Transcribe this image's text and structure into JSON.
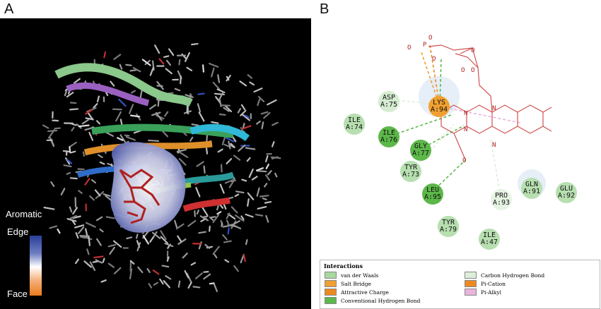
{
  "panels": {
    "a_letter": "A",
    "b_letter": "B"
  },
  "colorscale": {
    "title": "Aromatic",
    "top_label": "Edge",
    "bottom_label": "Face",
    "top_color": "#2a3e9a",
    "bottom_color": "#ec7a1c"
  },
  "residues": [
    {
      "name": "ASP",
      "chain": "A:75",
      "color": "#d6ecd2"
    },
    {
      "name": "ILE",
      "chain": "A:74",
      "color": "#b7dfb0"
    },
    {
      "name": "ILE",
      "chain": "A:76",
      "color": "#5db84a"
    },
    {
      "name": "LYS",
      "chain": "A:94",
      "color": "#f0a030"
    },
    {
      "name": "GLY",
      "chain": "A:77",
      "color": "#5db84a"
    },
    {
      "name": "TYR",
      "chain": "A:73",
      "color": "#b7dfb0"
    },
    {
      "name": "LEU",
      "chain": "A:95",
      "color": "#5db84a"
    },
    {
      "name": "PRO",
      "chain": "A:93",
      "color": "#e6f3e3"
    },
    {
      "name": "GLN",
      "chain": "A:91",
      "color": "#b7dfb0"
    },
    {
      "name": "GLU",
      "chain": "A:92",
      "color": "#b7dfb0"
    },
    {
      "name": "TYR",
      "chain": "A:79",
      "color": "#b7dfb0"
    },
    {
      "name": "ILE",
      "chain": "A:47",
      "color": "#b7dfb0"
    }
  ],
  "legend": {
    "title": "Interactions",
    "items": [
      {
        "label": "van der Waals",
        "color": "#a8d8a0"
      },
      {
        "label": "Salt Bridge",
        "color": "#f0a030"
      },
      {
        "label": "Attractive Charge",
        "color": "#ec8a20"
      },
      {
        "label": "Conventional Hydrogen Bond",
        "color": "#5db84a"
      },
      {
        "label": "Carbon Hydrogen Bond",
        "color": "#dcefd8"
      },
      {
        "label": "Pi-Cation",
        "color": "#ec8a20"
      },
      {
        "label": "Pi-Alkyl",
        "color": "#e8b4dc"
      }
    ]
  }
}
